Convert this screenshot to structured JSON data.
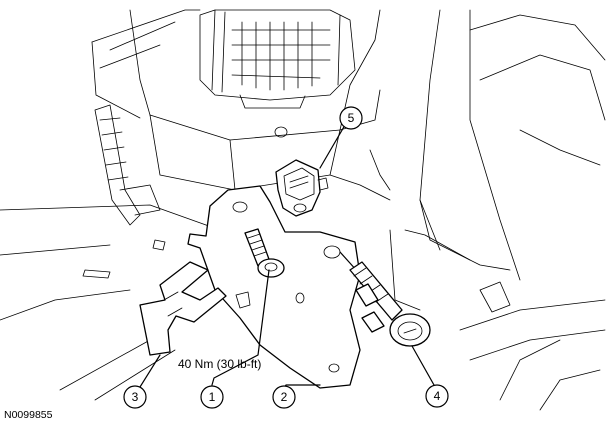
{
  "figure_id": "N0099855",
  "torque_spec": "40 Nm (30 lb-ft)",
  "callouts": [
    "1",
    "2",
    "3",
    "4",
    "5"
  ]
}
